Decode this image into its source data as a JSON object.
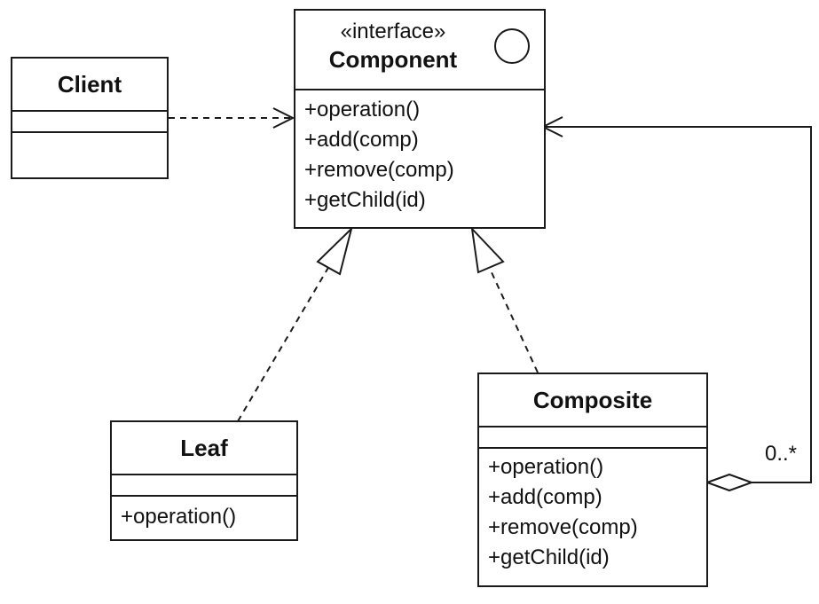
{
  "classes": {
    "client": {
      "name": "Client"
    },
    "component": {
      "stereotype": "«interface»",
      "name": "Component",
      "methods": [
        "+operation()",
        "+add(comp)",
        "+remove(comp)",
        "+getChild(id)"
      ]
    },
    "leaf": {
      "name": "Leaf",
      "methods": [
        "+operation()"
      ]
    },
    "composite": {
      "name": "Composite",
      "methods": [
        "+operation()",
        "+add(comp)",
        "+remove(comp)",
        "+getChild(id)"
      ]
    }
  },
  "relations": {
    "aggregation_multiplicity": "0..*"
  }
}
